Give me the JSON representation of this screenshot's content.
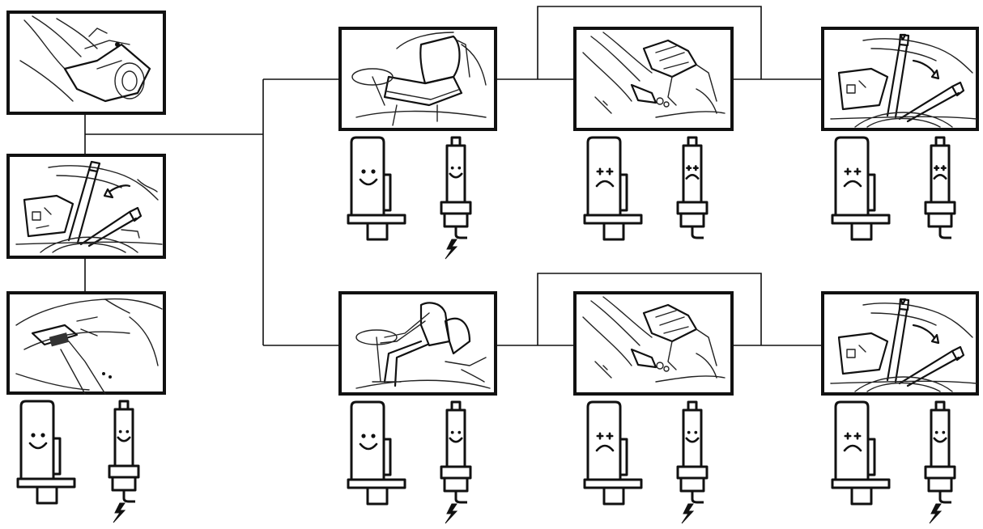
{
  "colors": {
    "line": "#111111",
    "background": "#ffffff"
  },
  "nodes": [
    {
      "id": "left-top",
      "scene": "hands-on-engine",
      "indicators": []
    },
    {
      "id": "left-middle",
      "scene": "choke-lever-pull",
      "indicators": []
    },
    {
      "id": "left-bottom",
      "scene": "fuel-tap",
      "indicators": [
        {
          "type": "engine",
          "mood": "happy"
        },
        {
          "type": "spark-plug",
          "mood": "happy",
          "spark": true
        }
      ]
    },
    {
      "id": "top-1",
      "scene": "seat",
      "indicators": [
        {
          "type": "engine",
          "mood": "happy"
        },
        {
          "type": "spark-plug",
          "mood": "happy",
          "spark": true
        }
      ]
    },
    {
      "id": "top-2",
      "scene": "pedal-press",
      "indicators": [
        {
          "type": "engine",
          "mood": "sad"
        },
        {
          "type": "spark-plug",
          "mood": "sad",
          "spark": false
        }
      ]
    },
    {
      "id": "top-3",
      "scene": "lever-push",
      "indicators": [
        {
          "type": "engine",
          "mood": "sad"
        },
        {
          "type": "spark-plug",
          "mood": "sad",
          "spark": false
        }
      ]
    },
    {
      "id": "bottom-1",
      "scene": "operator-seated",
      "indicators": [
        {
          "type": "engine",
          "mood": "happy"
        },
        {
          "type": "spark-plug",
          "mood": "happy",
          "spark": true
        }
      ]
    },
    {
      "id": "bottom-2",
      "scene": "pedal-press",
      "indicators": [
        {
          "type": "engine",
          "mood": "sad"
        },
        {
          "type": "spark-plug",
          "mood": "happy",
          "spark": true
        }
      ]
    },
    {
      "id": "bottom-3",
      "scene": "lever-push",
      "indicators": [
        {
          "type": "engine",
          "mood": "sad"
        },
        {
          "type": "spark-plug",
          "mood": "happy",
          "spark": true
        }
      ]
    }
  ]
}
